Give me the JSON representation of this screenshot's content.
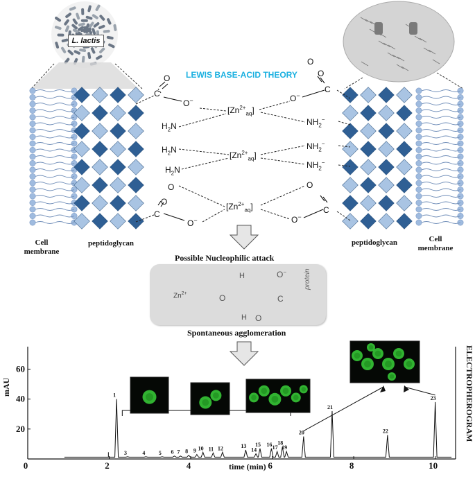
{
  "organism_label": "L. lactis",
  "theory_title": "LEWIS BASE-ACID THEORY",
  "left_labels": {
    "cell_membrane_1": "Cell",
    "cell_membrane_2": "membrane",
    "peptidoglycan": "peptidoglycan"
  },
  "right_labels": {
    "peptidoglycan": "peptidoglycan",
    "cell_membrane_1": "Cell",
    "cell_membrane_2": "membrane"
  },
  "chem": {
    "carbon": "C",
    "oxygen": "O",
    "carboxylate_o": "O",
    "minus": "−",
    "amine_left_h": "H",
    "amine_left_n": "N",
    "amine_right": "NH",
    "zinc_ion": "[Zn",
    "charge": "2+",
    "aq": "aq",
    "close_bracket": "]"
  },
  "mechanism": {
    "title": "Possible Nucleophilic attack",
    "zinc": "Zn",
    "zinc_charge": "2+",
    "h_top": "H",
    "o_water": "O",
    "h_bottom": "H",
    "o_minus": "O",
    "minus": "−",
    "carbon": "C",
    "o_double": "O",
    "protein_label": "protein"
  },
  "agglomeration_title": "Spontaneous agglomeration",
  "colors": {
    "theory_title": "#1ab0e0",
    "diamond_dark": "#2f5f94",
    "diamond_light": "#a9c4e3",
    "membrane": "#9fbbdf",
    "mechanism_bg": "#dcdcdc",
    "arrow_red": "#c0504d",
    "micrograph_bg": "#050805",
    "cell_green": "#3ad13a"
  },
  "chart_data": {
    "type": "line",
    "ylabel": "mAU",
    "xlabel": "time (min)",
    "right_title": "ELECTROPHEROGRAM",
    "xlim": [
      0,
      10.5
    ],
    "ylim": [
      0,
      75
    ],
    "xticks": [
      "0",
      "2",
      "4",
      "6",
      "8",
      "10"
    ],
    "yticks": [
      "20",
      "40",
      "60"
    ],
    "series": [
      {
        "peaks": [
          {
            "label": "1",
            "t": 2.18,
            "height": 40
          },
          {
            "label": "3",
            "t": 2.45,
            "height": 1.5
          },
          {
            "label": "4",
            "t": 2.9,
            "height": 1.5
          },
          {
            "label": "5",
            "t": 3.3,
            "height": 1.5
          },
          {
            "label": "6",
            "t": 3.6,
            "height": 2
          },
          {
            "label": "7",
            "t": 3.75,
            "height": 2
          },
          {
            "label": "8",
            "t": 3.95,
            "height": 2.5
          },
          {
            "label": "9",
            "t": 4.15,
            "height": 3
          },
          {
            "label": "10",
            "t": 4.3,
            "height": 4.5
          },
          {
            "label": "11",
            "t": 4.55,
            "height": 4
          },
          {
            "label": "12",
            "t": 4.78,
            "height": 4.5
          },
          {
            "label": "13",
            "t": 5.35,
            "height": 6
          },
          {
            "label": "14",
            "t": 5.6,
            "height": 3.5
          },
          {
            "label": "15",
            "t": 5.7,
            "height": 7
          },
          {
            "label": "16",
            "t": 5.98,
            "height": 7
          },
          {
            "label": "17",
            "t": 6.12,
            "height": 5
          },
          {
            "label": "18",
            "t": 6.25,
            "height": 8
          },
          {
            "label": "19",
            "t": 6.35,
            "height": 5
          },
          {
            "label": "20",
            "t": 6.77,
            "height": 15
          },
          {
            "label": "21",
            "t": 7.47,
            "height": 32
          },
          {
            "label": "22",
            "t": 8.83,
            "height": 16
          },
          {
            "label": "23",
            "t": 10.0,
            "height": 38
          }
        ]
      }
    ]
  }
}
